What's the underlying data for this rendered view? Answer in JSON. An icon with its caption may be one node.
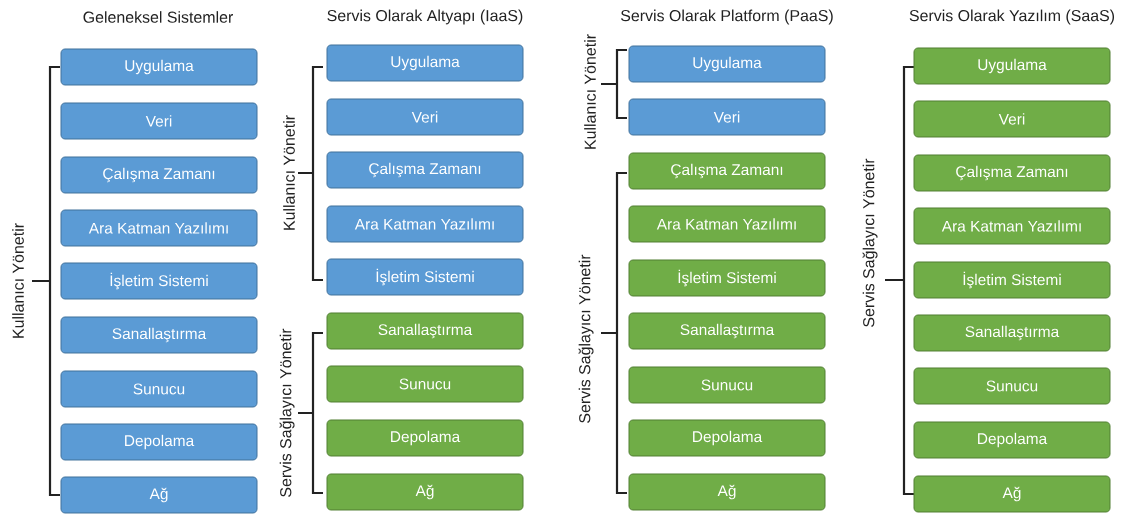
{
  "diagram": {
    "nodes": [
      {
        "text": [
          "Uygulama"
        ]
      },
      {
        "text": [
          "Veri"
        ]
      },
      {
        "text": [
          "Çalışma Zamanı"
        ]
      },
      {
        "text": [
          "Ara Katman Yazılımı"
        ]
      },
      {
        "text": [
          "İşletim Sistemi"
        ]
      },
      {
        "text": [
          "Sanallaştırma"
        ]
      },
      {
        "text": [
          "Sunucu"
        ]
      },
      {
        "text": [
          "Depolama"
        ]
      },
      {
        "text": [
          "Ağ"
        ]
      },
      {
        "text": [
          "Uygulama"
        ]
      },
      {
        "text": [
          "Veri"
        ]
      },
      {
        "text": [
          "Çalışma Zamanı"
        ]
      },
      {
        "text": [
          "Ara Katman Yazılımı"
        ]
      },
      {
        "text": [
          "İşletim Sistemi"
        ]
      },
      {
        "text": [
          "Sanallaştırma"
        ]
      },
      {
        "text": [
          "Sunucu"
        ]
      },
      {
        "text": [
          "Depolama"
        ]
      },
      {
        "text": [
          "Ağ"
        ]
      },
      {
        "text": [
          "Uygulama"
        ]
      },
      {
        "text": [
          "Veri"
        ]
      },
      {
        "text": [
          "Çalışma Zamanı"
        ]
      },
      {
        "text": [
          "Ara Katman Yazılımı"
        ]
      },
      {
        "text": [
          "İşletim Sistemi"
        ]
      },
      {
        "text": [
          "Sanallaştırma"
        ]
      },
      {
        "text": [
          "Sunucu"
        ]
      },
      {
        "text": [
          "Depolama"
        ]
      },
      {
        "text": [
          "Ağ"
        ]
      },
      {
        "text": [
          "Uygulama"
        ]
      },
      {
        "text": [
          "Veri"
        ]
      },
      {
        "text": [
          "Çalışma Zamanı"
        ]
      },
      {
        "text": [
          "Ara Katman Yazılımı"
        ]
      },
      {
        "text": [
          "İşletim Sistemi"
        ]
      },
      {
        "text": [
          "Sanallaştırma"
        ]
      },
      {
        "text": [
          "Sunucu"
        ]
      },
      {
        "text": [
          "Depolama"
        ]
      },
      {
        "text": [
          "Ağ"
        ]
      }
    ],
    "labels": [
      "Geleneksel Sistemler",
      "Servis Olarak Altyapı (IaaS)",
      "Servis Olarak Platform (PaaS)",
      "Servis Olarak Yazılım (SaaS)",
      "Kullanıcı Yönetir",
      "Kullanıcı Yönetir",
      "Servis Sağlayıcı Yönetir",
      "Kullanıcı Yönetir",
      "Servis Sağlayıcı Yönetir",
      "Servis Sağlayıcı Yönetir"
    ]
  }
}
